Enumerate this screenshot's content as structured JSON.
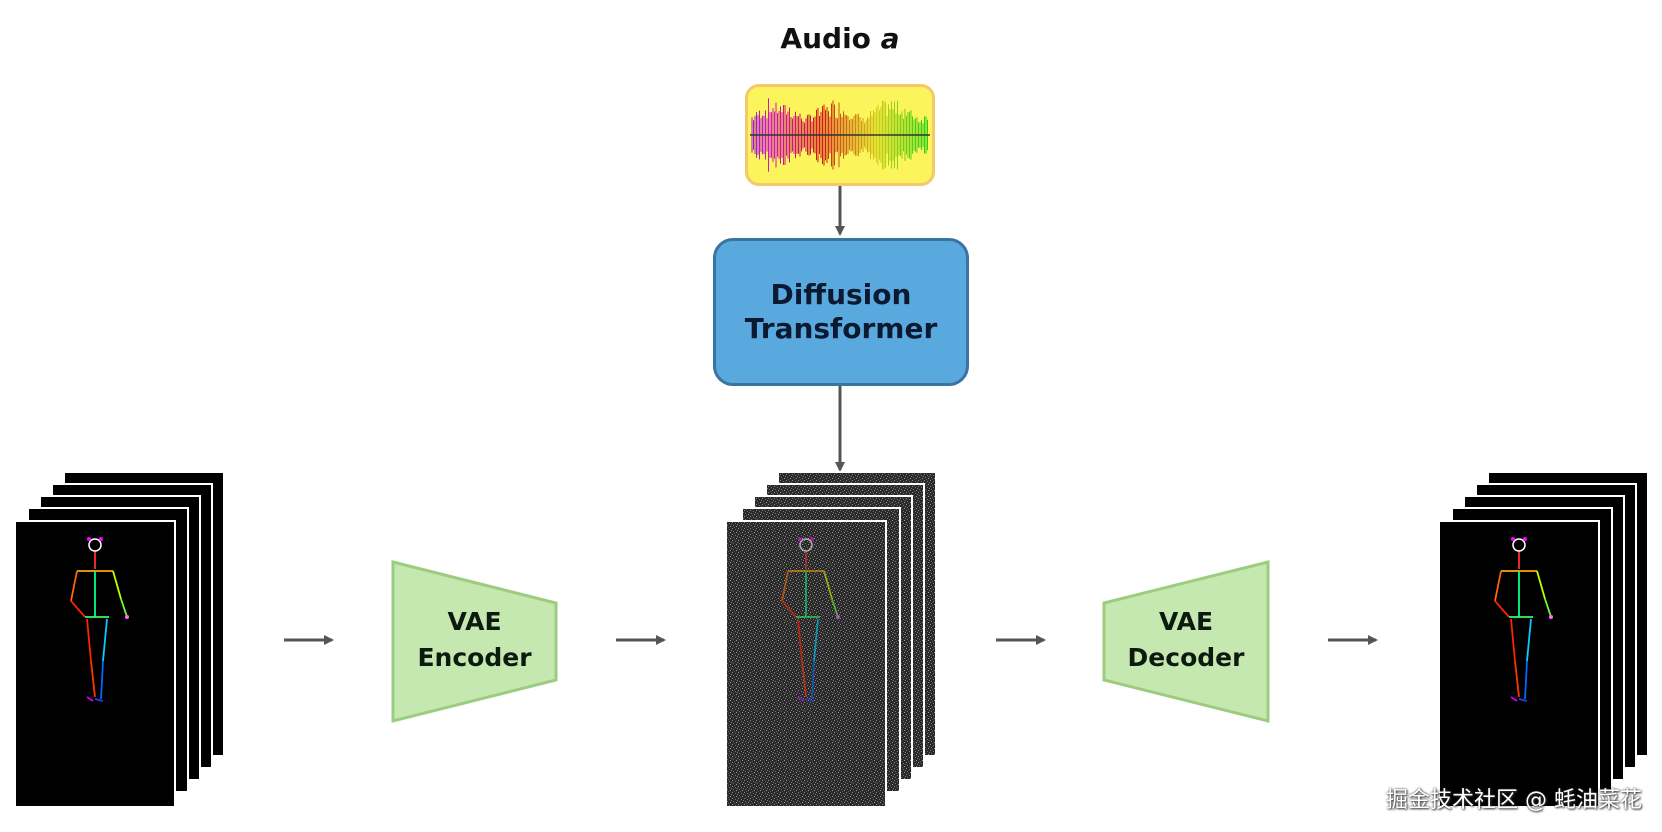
{
  "audio": {
    "title": "Audio",
    "title_var": "a"
  },
  "diffusion": {
    "line1": "Diffusion",
    "line2": "Transformer"
  },
  "encoder": {
    "line1": "VAE",
    "line2": "Encoder"
  },
  "decoder": {
    "line1": "VAE",
    "line2": "Decoder"
  },
  "watermark": "掘金技术社区 @ 蚝油菜花",
  "colors": {
    "audio_fill": "#fbf45a",
    "audio_border": "#f3c96a",
    "dit_fill": "#5aa9de",
    "dit_border": "#3a74a0",
    "vae_fill": "#c5e8b0",
    "vae_border": "#9ccc7e",
    "arrow": "#555555"
  }
}
